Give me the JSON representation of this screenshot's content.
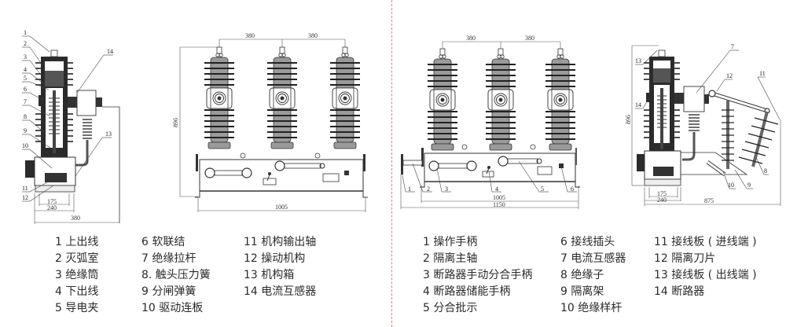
{
  "left_panel": {
    "side_view": {
      "callouts": [
        "1",
        "2",
        "3",
        "4",
        "5",
        "6",
        "7",
        "8",
        "9",
        "10",
        "11",
        "12",
        "13",
        "14"
      ],
      "dims": {
        "base_inner": "175",
        "base_outer": "240",
        "overall_width": "380"
      }
    },
    "front_view": {
      "dims": {
        "pole_spacing_1": "380",
        "pole_spacing_2": "380",
        "height": "896",
        "width": "1005"
      }
    },
    "legend": {
      "col1": [
        "1 上出线",
        "2 灭弧室",
        "3 绝缘筒",
        "4 下出线",
        "5 导电夹"
      ],
      "col2": [
        "6 软联结",
        "7 绝缘拉杆",
        "8. 触头压力簧",
        "9 分闸弹簧",
        "10 驱动连板"
      ],
      "col3": [
        "11 机构输出轴",
        "12 操动机构",
        "13 机构箱",
        "14 电流互感器"
      ]
    }
  },
  "right_panel": {
    "front_view": {
      "callouts": [
        "1",
        "2",
        "3",
        "4",
        "5",
        "6"
      ],
      "dims": {
        "pole_spacing_1": "380",
        "pole_spacing_2": "380",
        "inner_width": "1005",
        "overall_width": "1150"
      }
    },
    "side_view": {
      "callouts": [
        "7",
        "8",
        "9",
        "10",
        "11",
        "12",
        "13",
        "14"
      ],
      "dims": {
        "height": "896",
        "base_inner": "175",
        "base_outer": "240",
        "overall_width": "875"
      }
    },
    "legend": {
      "col1": [
        "1 操作手柄",
        "2 隔离主轴",
        "3 断路器手动分合手柄",
        "4 断路器储能手柄",
        "5 分合批示"
      ],
      "col2": [
        "6 接线插头",
        "7 电流互感器",
        "8 绝缘子",
        "9 隔离架",
        "10 绝缘样杆"
      ],
      "col3": [
        "11 接线板 ( 进线端 )",
        "12 隔离刀片",
        "13 接线板 ( 出线端 )",
        "14 断路器"
      ]
    }
  },
  "colors": {
    "line": "#333333",
    "fill_dark": "#2b2b2b",
    "fill_gray": "#8a8a8a",
    "divider": "#d9867a"
  }
}
